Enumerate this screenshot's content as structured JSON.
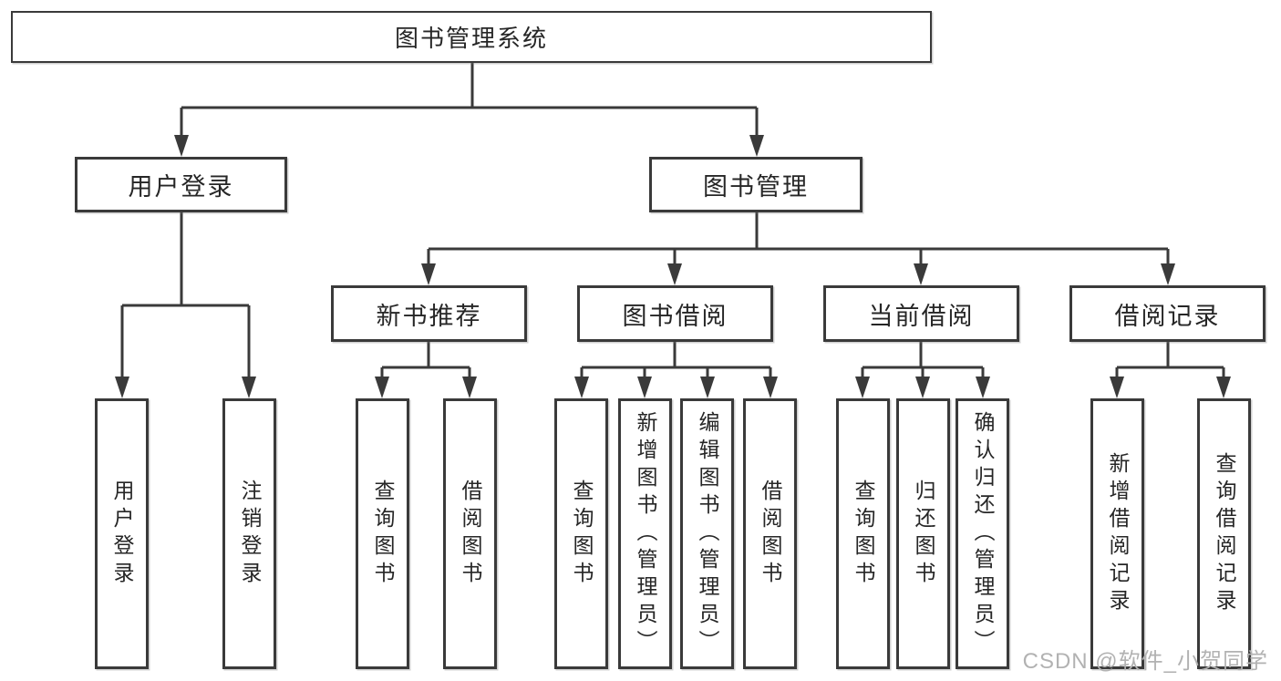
{
  "tree": {
    "root": "图书管理系统",
    "user_login": {
      "label": "用户登录",
      "children": [
        "用户登录",
        "注销登录"
      ]
    },
    "book_mgmt": {
      "label": "图书管理",
      "sections": [
        {
          "label": "新书推荐",
          "children": [
            "查询图书",
            "借阅图书"
          ]
        },
        {
          "label": "图书借阅",
          "children": [
            "查询图书",
            "新增图书（管理员）",
            "编辑图书（管理员）",
            "借阅图书"
          ]
        },
        {
          "label": "当前借阅",
          "children": [
            "查询图书",
            "归还图书",
            "确认归还（管理员）"
          ]
        },
        {
          "label": "借阅记录",
          "children": [
            "新增借阅记录",
            "查询借阅记录"
          ]
        }
      ]
    }
  },
  "watermark": "CSDN @软件_小贺同学",
  "colors": {
    "line": "#3a3a3a",
    "text": "#262626",
    "watermark": "#b2b2b2",
    "background": "#ffffff"
  }
}
